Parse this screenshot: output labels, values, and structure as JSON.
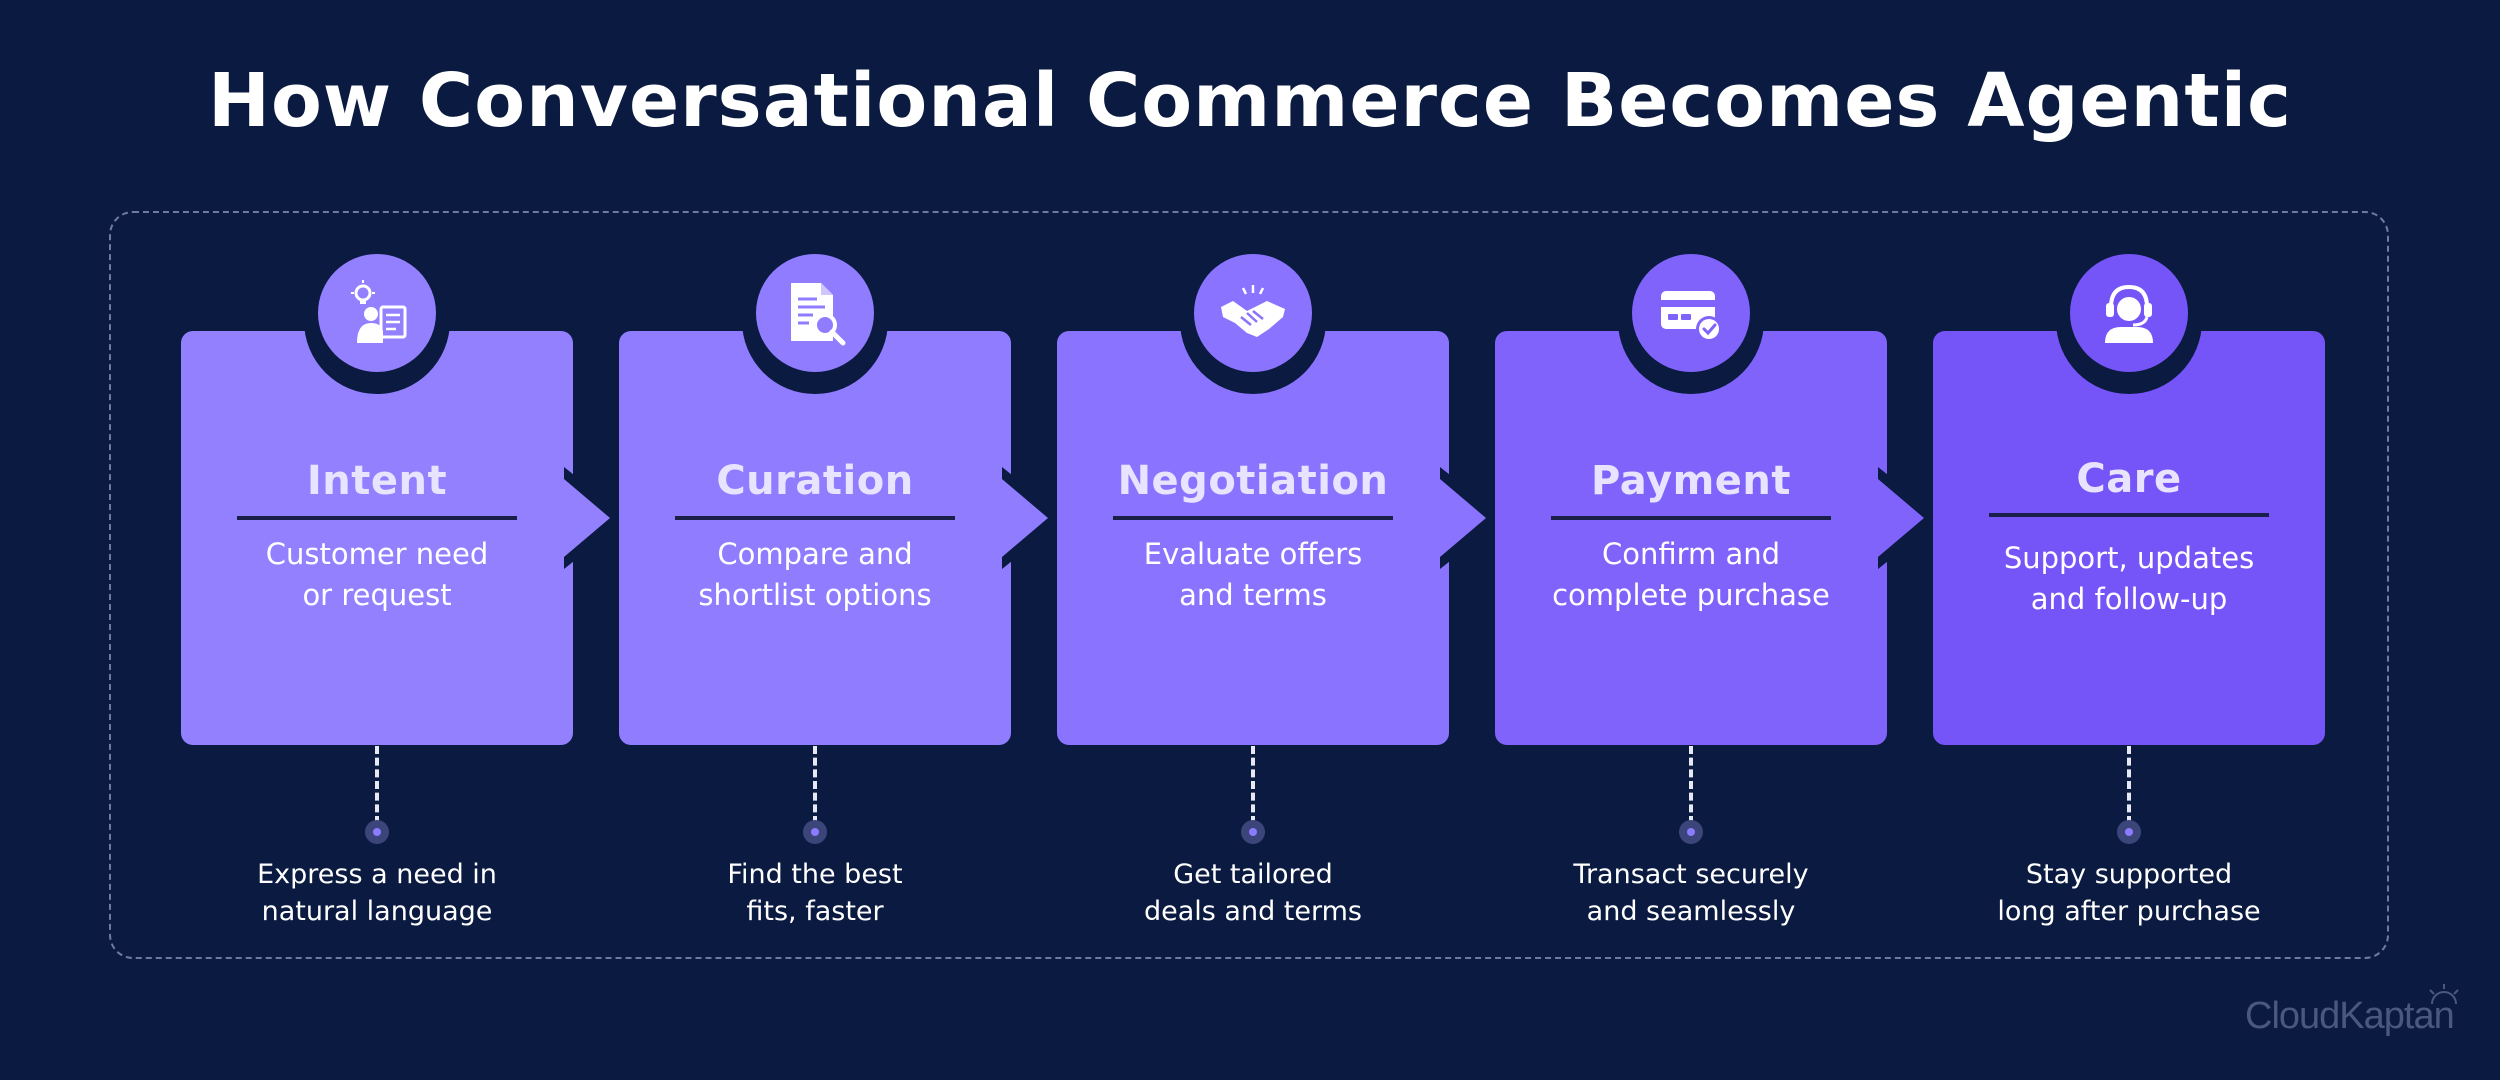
{
  "title": "How Conversational Commerce Becomes Agentic",
  "colors": {
    "background": "#0b1a40",
    "card_1": "#9380ff",
    "card_2": "#8f7cff",
    "card_3": "#8a74ff",
    "card_4": "#7f63fb",
    "card_5": "#7655f8",
    "accent_dot": "#8c7bff"
  },
  "steps": [
    {
      "title": "Intent",
      "description": "Customer need\nor request",
      "benefit": "Express a need in\nnatural language",
      "icon": "person-idea-icon"
    },
    {
      "title": "Curation",
      "description": "Compare and\nshortlist options",
      "benefit": "Find the best\nfits, faster",
      "icon": "document-search-icon"
    },
    {
      "title": "Negotiation",
      "description": "Evaluate offers\nand terms",
      "benefit": "Get tailored\ndeals and terms",
      "icon": "handshake-icon"
    },
    {
      "title": "Payment",
      "description": "Confirm and\ncomplete purchase",
      "benefit": "Transact securely\nand seamlessly",
      "icon": "card-check-icon"
    },
    {
      "title": "Care",
      "description": "Support, updates\nand follow-up",
      "benefit": "Stay supported\nlong after purchase",
      "icon": "support-agent-icon"
    }
  ],
  "brand": "CloudKaptan"
}
